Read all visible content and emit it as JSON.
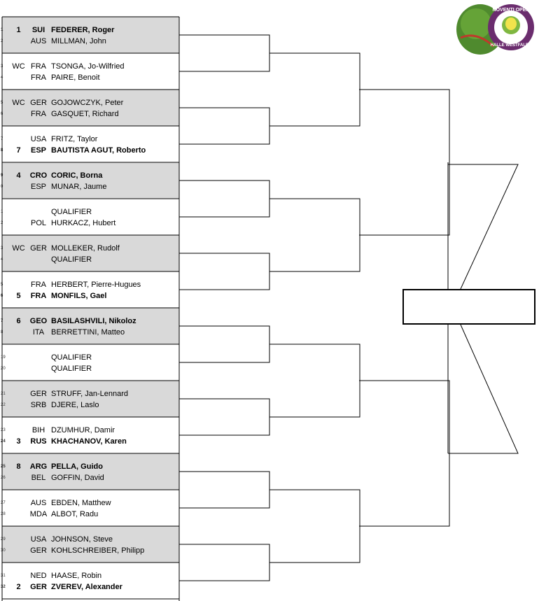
{
  "logo": {
    "arc_text": "NOVENTI OPEN",
    "lower_text": "HALLE WESTFALEN",
    "colors": {
      "ring": "#6b2d6e",
      "grass": "#4f8a2e",
      "ball": "#f2e34c"
    }
  },
  "colors": {
    "shaded": "#d9d9d9",
    "line": "#000000"
  },
  "draw": [
    {
      "p1": {
        "num": "1",
        "seed": "1",
        "nat": "SUI",
        "name": "FEDERER, Roger",
        "bold": true
      },
      "p2": {
        "num": "2",
        "seed": "",
        "nat": "AUS",
        "name": "MILLMAN, John",
        "bold": false
      }
    },
    {
      "p1": {
        "num": "3",
        "seed": "WC",
        "nat": "FRA",
        "name": "TSONGA, Jo-Wilfried",
        "bold": false
      },
      "p2": {
        "num": "4",
        "seed": "",
        "nat": "FRA",
        "name": "PAIRE, Benoit",
        "bold": false
      }
    },
    {
      "p1": {
        "num": "5",
        "seed": "WC",
        "nat": "GER",
        "name": "GOJOWCZYK, Peter",
        "bold": false
      },
      "p2": {
        "num": "6",
        "seed": "",
        "nat": "FRA",
        "name": "GASQUET, Richard",
        "bold": false
      }
    },
    {
      "p1": {
        "num": "7",
        "seed": "",
        "nat": "USA",
        "name": "FRITZ, Taylor",
        "bold": false
      },
      "p2": {
        "num": "8",
        "seed": "7",
        "nat": "ESP",
        "name": "BAUTISTA AGUT, Roberto",
        "bold": true
      }
    },
    {
      "p1": {
        "num": "9",
        "seed": "4",
        "nat": "CRO",
        "name": "CORIC, Borna",
        "bold": true
      },
      "p2": {
        "num": "0",
        "seed": "",
        "nat": "ESP",
        "name": "MUNAR, Jaume",
        "bold": false
      }
    },
    {
      "p1": {
        "num": "1",
        "seed": "",
        "nat": "",
        "name": "QUALIFIER",
        "bold": false
      },
      "p2": {
        "num": "2",
        "seed": "",
        "nat": "POL",
        "name": "HURKACZ, Hubert",
        "bold": false
      }
    },
    {
      "p1": {
        "num": "3",
        "seed": "WC",
        "nat": "GER",
        "name": "MOLLEKER, Rudolf",
        "bold": false
      },
      "p2": {
        "num": "4",
        "seed": "",
        "nat": "",
        "name": "QUALIFIER",
        "bold": false
      }
    },
    {
      "p1": {
        "num": "5",
        "seed": "",
        "nat": "FRA",
        "name": "HERBERT, Pierre-Hugues",
        "bold": false
      },
      "p2": {
        "num": "6",
        "seed": "5",
        "nat": "FRA",
        "name": "MONFILS, Gael",
        "bold": true
      }
    },
    {
      "p1": {
        "num": "7",
        "seed": "6",
        "nat": "GEO",
        "name": "BASILASHVILI, Nikoloz",
        "bold": true
      },
      "p2": {
        "num": "8",
        "seed": "",
        "nat": "ITA",
        "name": "BERRETTINI, Matteo",
        "bold": false
      }
    },
    {
      "p1": {
        "num": "19",
        "seed": "",
        "nat": "",
        "name": "QUALIFIER",
        "bold": false
      },
      "p2": {
        "num": "20",
        "seed": "",
        "nat": "",
        "name": "QUALIFIER",
        "bold": false
      }
    },
    {
      "p1": {
        "num": "21",
        "seed": "",
        "nat": "GER",
        "name": "STRUFF, Jan-Lennard",
        "bold": false
      },
      "p2": {
        "num": "22",
        "seed": "",
        "nat": "SRB",
        "name": "DJERE, Laslo",
        "bold": false
      }
    },
    {
      "p1": {
        "num": "23",
        "seed": "",
        "nat": "BIH",
        "name": "DZUMHUR, Damir",
        "bold": false
      },
      "p2": {
        "num": "24",
        "seed": "3",
        "nat": "RUS",
        "name": "KHACHANOV, Karen",
        "bold": true
      }
    },
    {
      "p1": {
        "num": "25",
        "seed": "8",
        "nat": "ARG",
        "name": "PELLA, Guido",
        "bold": true
      },
      "p2": {
        "num": "26",
        "seed": "",
        "nat": "BEL",
        "name": "GOFFIN, David",
        "bold": false
      }
    },
    {
      "p1": {
        "num": "27",
        "seed": "",
        "nat": "AUS",
        "name": "EBDEN, Matthew",
        "bold": false
      },
      "p2": {
        "num": "28",
        "seed": "",
        "nat": "MDA",
        "name": "ALBOT, Radu",
        "bold": false
      }
    },
    {
      "p1": {
        "num": "29",
        "seed": "",
        "nat": "USA",
        "name": "JOHNSON, Steve",
        "bold": false
      },
      "p2": {
        "num": "30",
        "seed": "",
        "nat": "GER",
        "name": "KOHLSCHREIBER, Philipp",
        "bold": false
      }
    },
    {
      "p1": {
        "num": "31",
        "seed": "",
        "nat": "NED",
        "name": "HAASE, Robin",
        "bold": false
      },
      "p2": {
        "num": "32",
        "seed": "2",
        "nat": "GER",
        "name": "ZVEREV, Alexander",
        "bold": true
      }
    }
  ]
}
